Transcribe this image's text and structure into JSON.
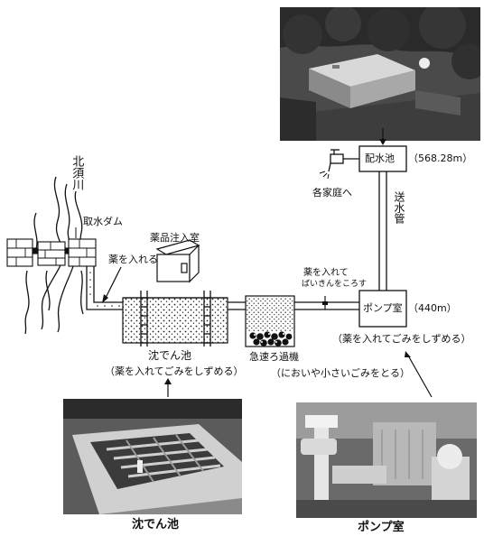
{
  "labels": {
    "river": "北須川",
    "intake_dam": "取水ダム",
    "chemical_room": "薬品注入室",
    "add_chemical": "薬を入れる",
    "sedimentation_pond": "沈でん池",
    "sedimentation_note": "（薬を入れてごみをしずめる）",
    "rapid_filter": "急速ろ過機",
    "rapid_filter_note": "（においや小さいごみをとる）",
    "sterilize_line1": "薬を入れて",
    "sterilize_line2": "ばいきんをころす",
    "pump_room": "ポンプ室",
    "pump_elevation": "（440m）",
    "pump_note": "（薬を入れてごみをしずめる）",
    "supply_pipe": "送水管",
    "distribution_reservoir": "配水池",
    "reservoir_elevation": "（568.28m）",
    "to_homes": "各家庭へ"
  },
  "captions": {
    "sedimentation_photo": "沈でん池",
    "pump_photo": "ポンプ室"
  }
}
